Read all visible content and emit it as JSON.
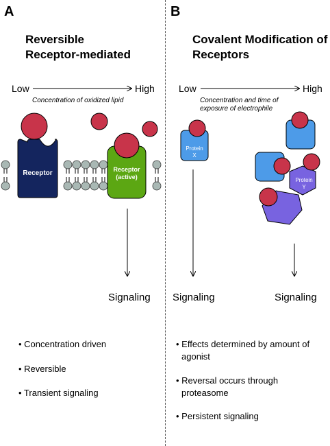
{
  "panel_a": {
    "letter": "A",
    "title_line1": "Reversible",
    "title_line2": "Receptor-mediated",
    "low": "Low",
    "high": "High",
    "caption": "Concentration of oxidized lipid",
    "receptor_label": "Receptor",
    "receptor_active_line1": "Receptor",
    "receptor_active_line2": "(active)",
    "signaling": "Signaling",
    "bullets": [
      "• Concentration driven",
      "• Reversible",
      "• Transient signaling"
    ]
  },
  "panel_b": {
    "letter": "B",
    "title_line1": "Covalent Modification of",
    "title_line2": "Receptors",
    "low": "Low",
    "high": "High",
    "caption_line1": "Concentration and time of",
    "caption_line2": "exposure of electrophile",
    "protein_x_line1": "Protein",
    "protein_x_line2": "X",
    "protein_y_line1": "Protein",
    "protein_y_line2": "Y",
    "signaling_left": "Signaling",
    "signaling_right": "Signaling",
    "bullet1_line1": "• Effects determined by amount of",
    "bullet1_line2": "agonist",
    "bullet2_line1": "• Reversal occurs through",
    "bullet2_line2": "proteasome",
    "bullet3": "• Persistent signaling"
  },
  "colors": {
    "ligand": "#c8344a",
    "receptor": "#14255e",
    "receptor_active": "#5ca713",
    "protein_blue": "#4d9be8",
    "protein_purple": "#7863e0",
    "lipid_head": "#a9b8b4"
  }
}
